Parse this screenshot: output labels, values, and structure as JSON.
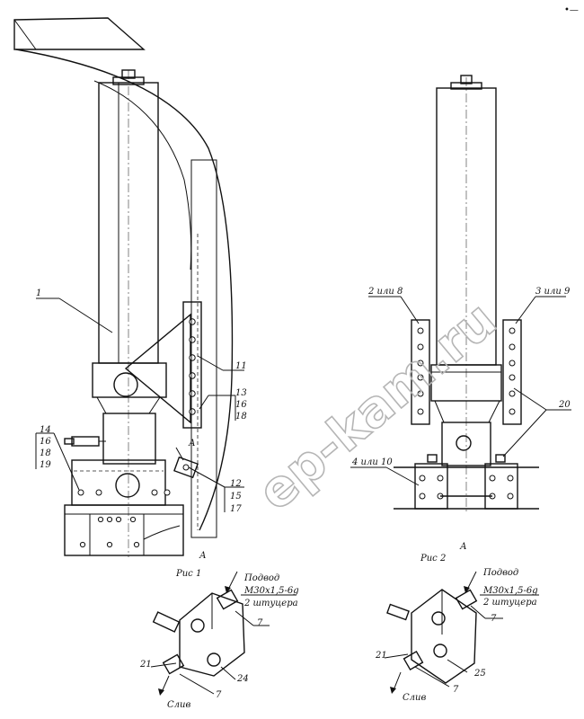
{
  "corner_mark": "•—",
  "watermark": "ep-kam.ru",
  "fig1": {
    "caption": "Рис 1",
    "view_label_a": "А",
    "view_mark_a": "А",
    "callouts": {
      "c1": "1",
      "c11": "11",
      "c13": "13",
      "c16": "16",
      "c18": "18",
      "c14": "14",
      "c16b": "16",
      "c18b": "18",
      "c19": "19",
      "c12": "12",
      "c15": "15",
      "c17": "17"
    },
    "detail": {
      "supply": "Подвод",
      "thread": "М30х1,5-6g",
      "fittings": "2 штуцера",
      "drain": "Слив",
      "c7a": "7",
      "c7b": "7",
      "c21": "21",
      "c24": "24"
    }
  },
  "fig2": {
    "caption": "Рис 2",
    "view_label_a": "А",
    "callouts": {
      "c2or8": "2 или 8",
      "c3or9": "3 или 9",
      "c20": "20",
      "c4or10": "4 или 10"
    },
    "detail": {
      "supply": "Подвод",
      "thread": "М30х1,5-6g",
      "fittings": "2 штуцера",
      "drain": "Слив",
      "c7a": "7",
      "c7b": "7",
      "c21": "21",
      "c25": "25"
    }
  }
}
